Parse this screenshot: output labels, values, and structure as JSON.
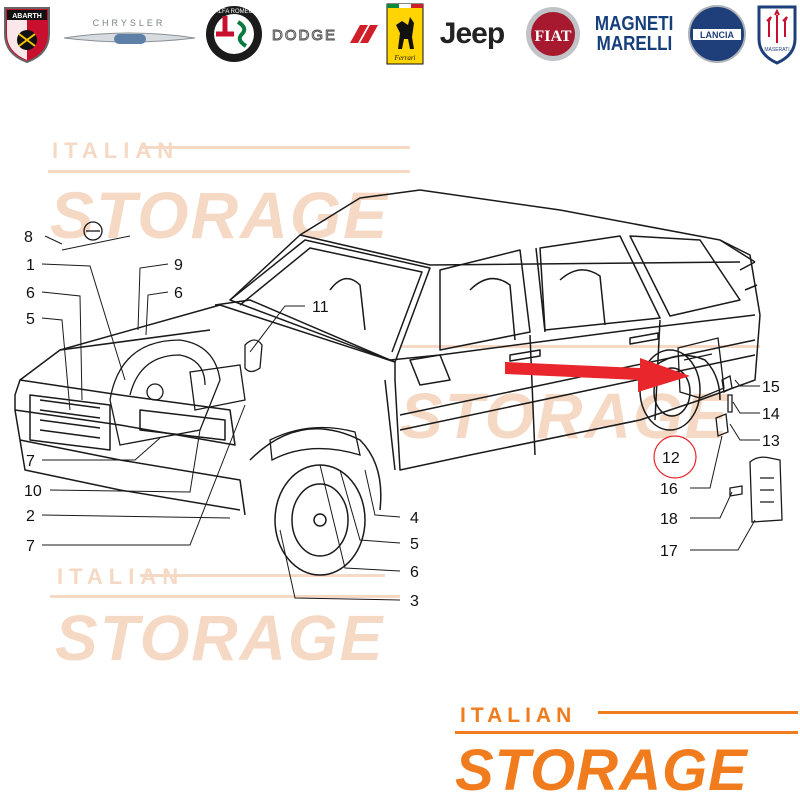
{
  "brand_logos": {
    "abarth": "ABARTH",
    "chrysler": "CHRYSLER",
    "alfa_romeo": "ALFA ROMEO",
    "dodge": "DODGE",
    "ferrari": "Ferrari",
    "jeep": "Jeep",
    "fiat": "FIAT",
    "magneti_marelli_line1": "MAGNETI",
    "magneti_marelli_line2": "MARELLI",
    "lancia": "LANCIA",
    "maserati": "MASERATI"
  },
  "watermark": {
    "line1": "ITALIAN",
    "line2": "STORAGE"
  },
  "footer_logo": {
    "line1": "ITALIAN",
    "line2": "STORAGE"
  },
  "callouts": {
    "n1": "1",
    "n2": "2",
    "n3": "3",
    "n4": "4",
    "n5a": "5",
    "n5b": "5",
    "n6a": "6",
    "n6b": "6",
    "n6c": "6",
    "n7a": "7",
    "n7b": "7",
    "n8": "8",
    "n9": "9",
    "n10": "10",
    "n11": "11",
    "n12": "12",
    "n13": "13",
    "n14": "14",
    "n15": "15",
    "n16": "16",
    "n17": "17",
    "n18": "18"
  },
  "colors": {
    "watermark": "#f6d9c4",
    "brand_orange": "#f07c1e",
    "arrow_red": "#e8262c",
    "highlight_circle": "#e8262c",
    "line_art": "#1a1a1a"
  }
}
